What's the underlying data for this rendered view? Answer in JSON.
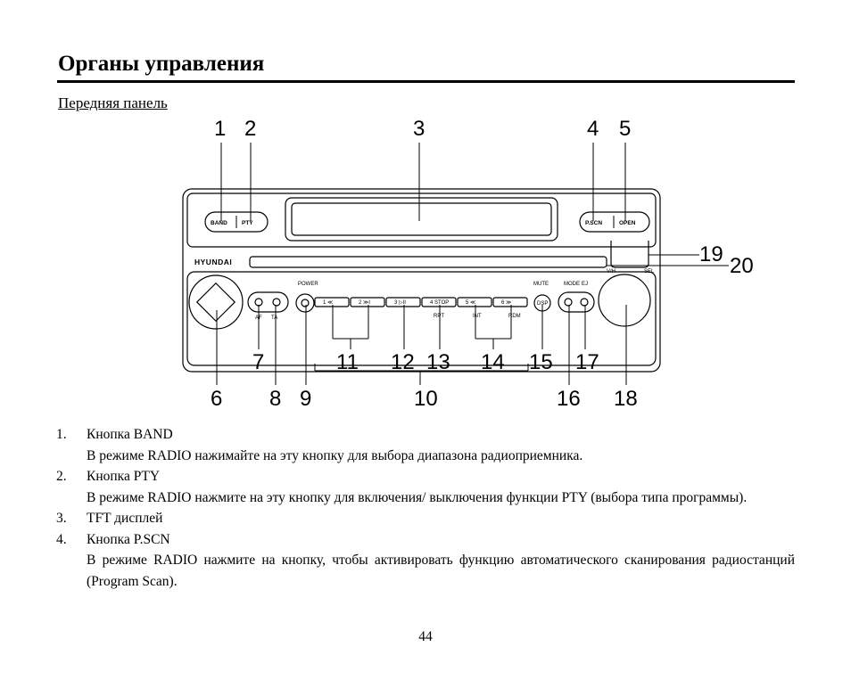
{
  "page": {
    "title": "Органы управления",
    "subtitle": "Передняя панель",
    "page_number": "44"
  },
  "panel_labels": {
    "band": "BAND",
    "pty": "PTY",
    "pscn": "P.SCN",
    "open": "OPEN",
    "brand": "HYUNDAI",
    "vh": "V/H",
    "sel": "SEL",
    "power": "POWER",
    "mute": "MUTE",
    "mode": "MODE",
    "ej": "EJ",
    "af": "AF",
    "ta": "TA",
    "rpt": "RPT",
    "int": "INT",
    "rdm": "RDM",
    "presets": [
      "1 ≪",
      "2 ≫I",
      "3 ▷II",
      "4 STOP",
      "5 ≪",
      "6 ≫"
    ],
    "dsp": "DSP"
  },
  "callouts": [
    "1",
    "2",
    "3",
    "4",
    "5",
    "6",
    "7",
    "8",
    "9",
    "10",
    "11",
    "12",
    "13",
    "14",
    "15",
    "16",
    "17",
    "18",
    "19",
    "20"
  ],
  "items": [
    {
      "num": "1.",
      "label": "Кнопка BAND",
      "desc": "В режиме RADIO нажимайте на эту кнопку для выбора диапазона радиоприемника."
    },
    {
      "num": "2.",
      "label": "Кнопка PTY",
      "desc": "В режиме RADIO нажмите на эту кнопку для включения/ выключения функции PTY (выбора типа программы)."
    },
    {
      "num": "3.",
      "label": "TFT дисплей",
      "desc": ""
    },
    {
      "num": "4.",
      "label": "Кнопка P.SCN",
      "desc": "В режиме RADIO нажмите на кнопку, чтобы активировать функцию автоматического сканирования радиостанций (Program Scan)."
    }
  ]
}
